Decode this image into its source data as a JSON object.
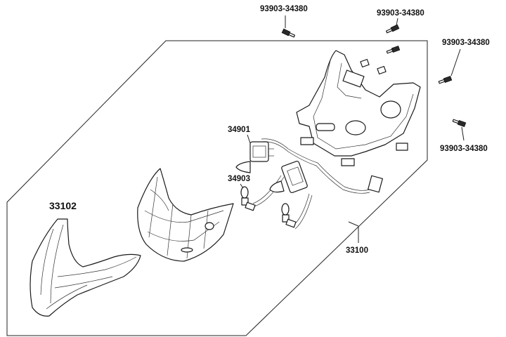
{
  "diagram": {
    "labels": {
      "screw_1": "93903-34380",
      "screw_2": "93903-34380",
      "screw_3": "93903-34380",
      "screw_4": "93903-34380",
      "bulb_main": "34901",
      "bulb_small": "34903",
      "lens": "33102",
      "assembly": "33100"
    }
  }
}
